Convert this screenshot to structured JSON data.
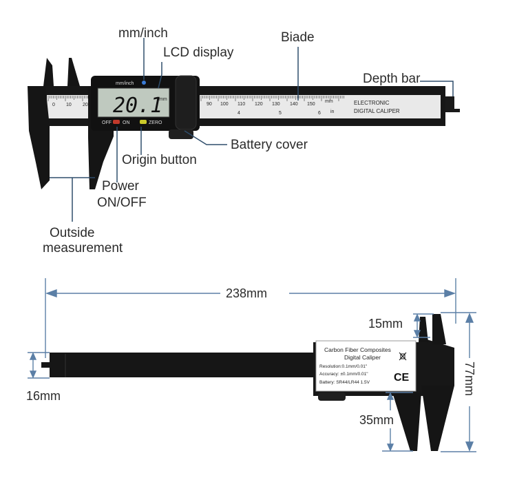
{
  "callouts": {
    "mm_inch": "mm/inch",
    "lcd_display": "LCD display",
    "blade": "Biade",
    "depth_bar": "Depth bar",
    "battery_cover": "Battery cover",
    "origin_button": "Origin button",
    "power_line1": "Power",
    "power_line2": "ON/OFF",
    "outside_line1": "Outside",
    "outside_line2": "measurement"
  },
  "device": {
    "lcd_reading": "20.1",
    "lcd_unit": "mm",
    "head_label": "mm/inch",
    "off_label": "OFF",
    "on_label": "ON",
    "zero_label": "ZERO",
    "scale_left": [
      "0",
      "10",
      "20"
    ],
    "scale_right": [
      "90",
      "100",
      "110",
      "120",
      "130",
      "140",
      "150"
    ],
    "scale_unit": "mm",
    "inch_marks": [
      "4",
      "5",
      "6"
    ],
    "inch_unit": "in",
    "brand_line1": "ELECTRONIC",
    "brand_line2": "DIGITAL CALIPER"
  },
  "dimensions": {
    "length": "238mm",
    "jaw_top": "15mm",
    "height": "77mm",
    "bar_width": "16mm",
    "jaw_bottom": "35mm"
  },
  "label_plate": {
    "line1": "Carbon Fiber Composites",
    "line2": "Digital Caliper",
    "line3": "Resolution:0.1mm/0.01\"",
    "line4": "Accuracy: ±0.1mm/0.01\"",
    "line5": "Battery: SR44/LR44 1.5V",
    "ce_mark": "CE"
  },
  "colors": {
    "body": "#161616",
    "scale_face": "#e9e9e9",
    "lcd": "#bfc9bf",
    "leader": "#2e4d6b",
    "dimension": "#5b7fa6"
  }
}
